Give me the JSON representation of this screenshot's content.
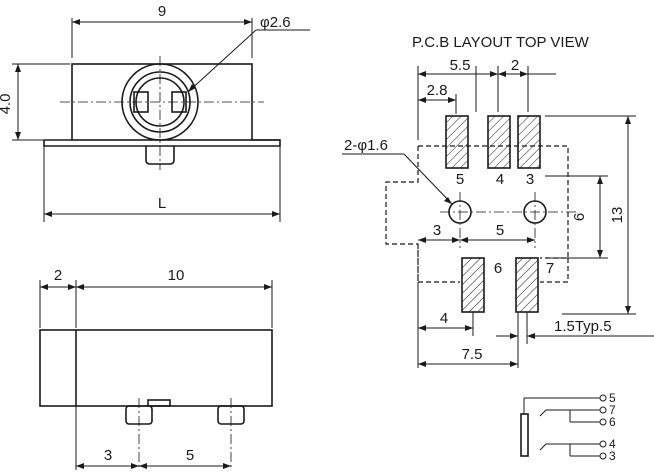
{
  "front_view": {
    "width_label": "9",
    "height_label": "4.0",
    "hole_label": "φ2.6",
    "length_label": "L"
  },
  "side_view": {
    "left_label": "2",
    "total_label": "10",
    "pin_gap_left_label": "3",
    "pin_gap_right_label": "5"
  },
  "pcb_layout": {
    "title": "P.C.B LAYOUT TOP VIEW",
    "dim_top_left": "5.5",
    "dim_top_right": "2",
    "dim_offset": "2.8",
    "hole_label": "2-φ1.6",
    "pad_labels": [
      "5",
      "4",
      "3",
      "6",
      "7"
    ],
    "dim_hole_left": "3",
    "dim_hole_right": "5",
    "dim_height_inner": "6",
    "dim_height_total": "13",
    "dim_pad_width": "4",
    "dim_pad_pitch": "1.5Typ.5",
    "dim_bottom_total": "7.5"
  },
  "schematic": {
    "pins": [
      "5",
      "7",
      "6",
      "4",
      "3"
    ]
  }
}
